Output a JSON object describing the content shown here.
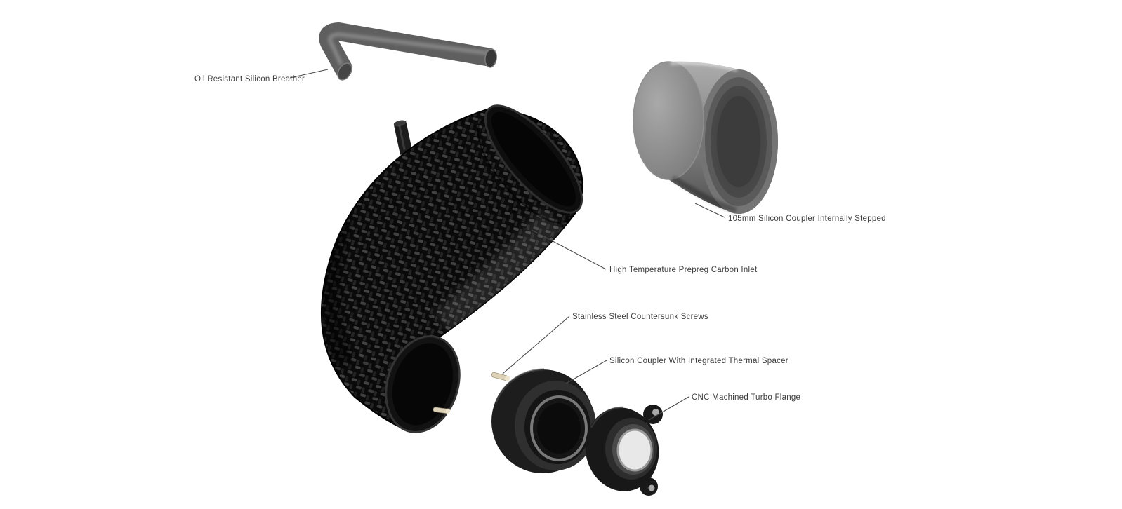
{
  "diagram": {
    "labels": [
      {
        "id": "breather",
        "text": "Oil Resistant Silicon Breather"
      },
      {
        "id": "coupler_stepped",
        "text": "105mm Silicon Coupler Internally Stepped"
      },
      {
        "id": "carbon_inlet",
        "text": "High Temperature Prepreg Carbon Inlet"
      },
      {
        "id": "screws",
        "text": "Stainless Steel Countersunk Screws"
      },
      {
        "id": "thermal_coupler",
        "text": "Silicon Coupler With Integrated Thermal Spacer"
      },
      {
        "id": "turbo_flange",
        "text": "CNC Machined Turbo Flange"
      }
    ],
    "colors": {
      "background": "#ffffff",
      "carbon_black": "#111111",
      "silicone_gray": "#8a8a8a",
      "hardware_black": "#1d1d1d",
      "screw_tan": "#d8cdb4",
      "label_text": "#3d3d3d",
      "leader_line": "#4a4a4a"
    }
  }
}
